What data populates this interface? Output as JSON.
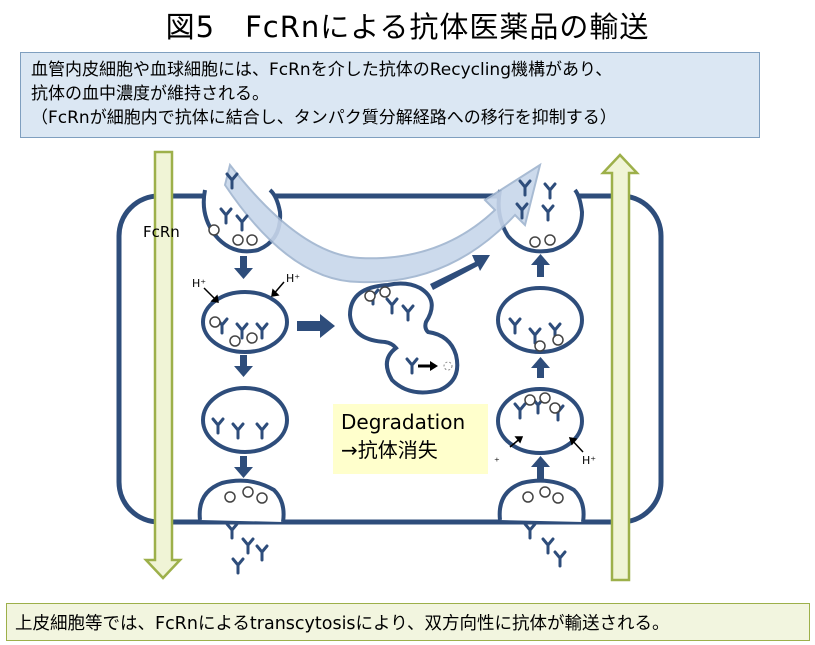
{
  "title": "図5　FcRnによる抗体医薬品の輸送",
  "summary_box": {
    "line1": "血管内皮細胞や血球細胞には、FcRnを介した抗体のRecycling機構があり、",
    "line2": "抗体の血中濃度が維持される。",
    "line3": "（FcRnが細胞内で抗体に結合し、タンパク質分解経路への移行を抑制する）"
  },
  "labels": {
    "fcrn": "FcRn",
    "proton_left_1": "H⁺",
    "proton_left_2": "H⁺",
    "proton_right": "H⁺",
    "proton_right_partial": "⁺"
  },
  "degradation": {
    "line1": "Degradation",
    "line2": "→抗体消失"
  },
  "bottom_box": {
    "text": "上皮細胞等では、FcRnによるtranscytosisにより、双方向性に抗体が輸送される。"
  },
  "colors": {
    "cell_outline": "#2e4d7b",
    "antibody": "#2e4d7b",
    "transport_arrow_fill": "#f0f4d6",
    "transport_arrow_stroke": "#9db04a",
    "recycle_arrow_fill": "#c7d6ea",
    "flow_arrow": "#2e4d7b",
    "summary_bg": "#dbe7f3",
    "degradation_bg": "#ffffcc"
  }
}
